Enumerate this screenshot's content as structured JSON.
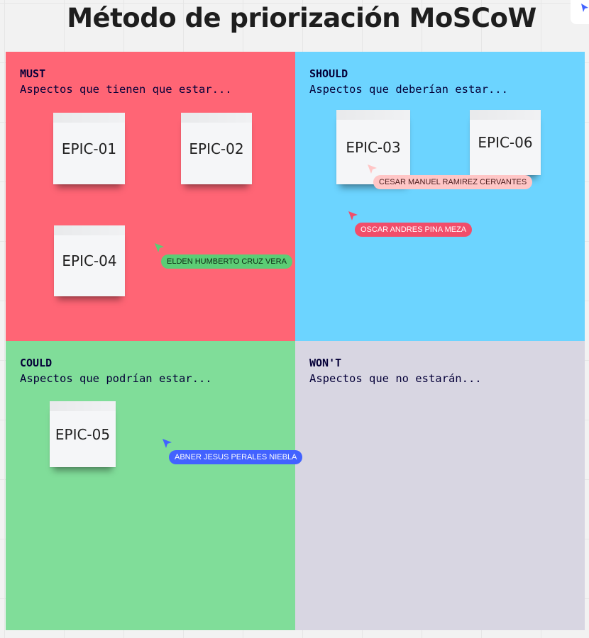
{
  "board": {
    "title": "Método de priorización MoSCoW"
  },
  "quadrants": {
    "must": {
      "label": "MUST",
      "description": "Aspectos que tienen que estar...",
      "color": "#ff6575"
    },
    "should": {
      "label": "SHOULD",
      "description": "Aspectos que deberían estar...",
      "color": "#6cd4ff"
    },
    "could": {
      "label": "COULD",
      "description": "Aspectos que podrían estar...",
      "color": "#80dd99"
    },
    "wont": {
      "label": "WON'T",
      "description": "Aspectos que no estarán...",
      "color": "#d8d6e2"
    }
  },
  "stickies": {
    "epic01": "EPIC-01",
    "epic02": "EPIC-02",
    "epic03": "EPIC-03",
    "epic04": "EPIC-04",
    "epic05": "EPIC-05",
    "epic06": "EPIC-06"
  },
  "collaborators": {
    "cesar": {
      "name": "CESAR MANUEL RAMIREZ CERVANTES",
      "color": "#ffc6c6"
    },
    "oscar": {
      "name": "OSCAR ANDRES PINA MEZA",
      "color": "#f24d6a"
    },
    "elden": {
      "name": "ELDEN HUMBERTO CRUZ VERA",
      "color": "#5ccd75"
    },
    "abner": {
      "name": "ABNER JESUS PERALES NIEBLA",
      "color": "#4262ff"
    }
  },
  "icons": {
    "collaborator_cursor": "arrow-cursor-icon",
    "corner_cursor": "arrow-cursor-icon"
  }
}
